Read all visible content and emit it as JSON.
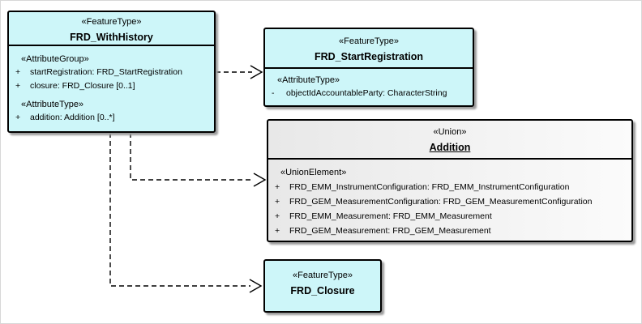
{
  "colors": {
    "feature_fill": "#cdf6f9",
    "union_fill_left": "#e8e8e8",
    "union_fill_right": "#fbfbfb",
    "border": "#000000",
    "shadow": "#9c9c9c"
  },
  "boxes": {
    "frdWithHistory": {
      "stereotype": "«FeatureType»",
      "name": "FRD_WithHistory",
      "sections": [
        {
          "heading": "«AttributeGroup»",
          "attrs": [
            {
              "vis": "+",
              "text": "startRegistration: FRD_StartRegistration"
            },
            {
              "vis": "+",
              "text": "closure: FRD_Closure [0..1]"
            }
          ]
        },
        {
          "heading": "«AttributeType»",
          "attrs": [
            {
              "vis": "+",
              "text": "addition: Addition [0..*]"
            }
          ]
        }
      ]
    },
    "frdStartRegistration": {
      "stereotype": "«FeatureType»",
      "name": "FRD_StartRegistration",
      "sections": [
        {
          "heading": "«AttributeType»",
          "attrs": [
            {
              "vis": "-",
              "text": "objectIdAccountableParty: CharacterString"
            }
          ]
        }
      ]
    },
    "addition": {
      "stereotype": "«Union»",
      "name": "Addition",
      "sections": [
        {
          "heading": "«UnionElement»",
          "attrs": [
            {
              "vis": "+",
              "text": "FRD_EMM_InstrumentConfiguration: FRD_EMM_InstrumentConfiguration"
            },
            {
              "vis": "+",
              "text": "FRD_GEM_MeasurementConfiguration: FRD_GEM_MeasurementConfiguration"
            },
            {
              "vis": "+",
              "text": "FRD_EMM_Measurement: FRD_EMM_Measurement"
            },
            {
              "vis": "+",
              "text": "FRD_GEM_Measurement: FRD_GEM_Measurement"
            }
          ]
        }
      ]
    },
    "frdClosure": {
      "stereotype": "«FeatureType»",
      "name": "FRD_Closure"
    }
  }
}
